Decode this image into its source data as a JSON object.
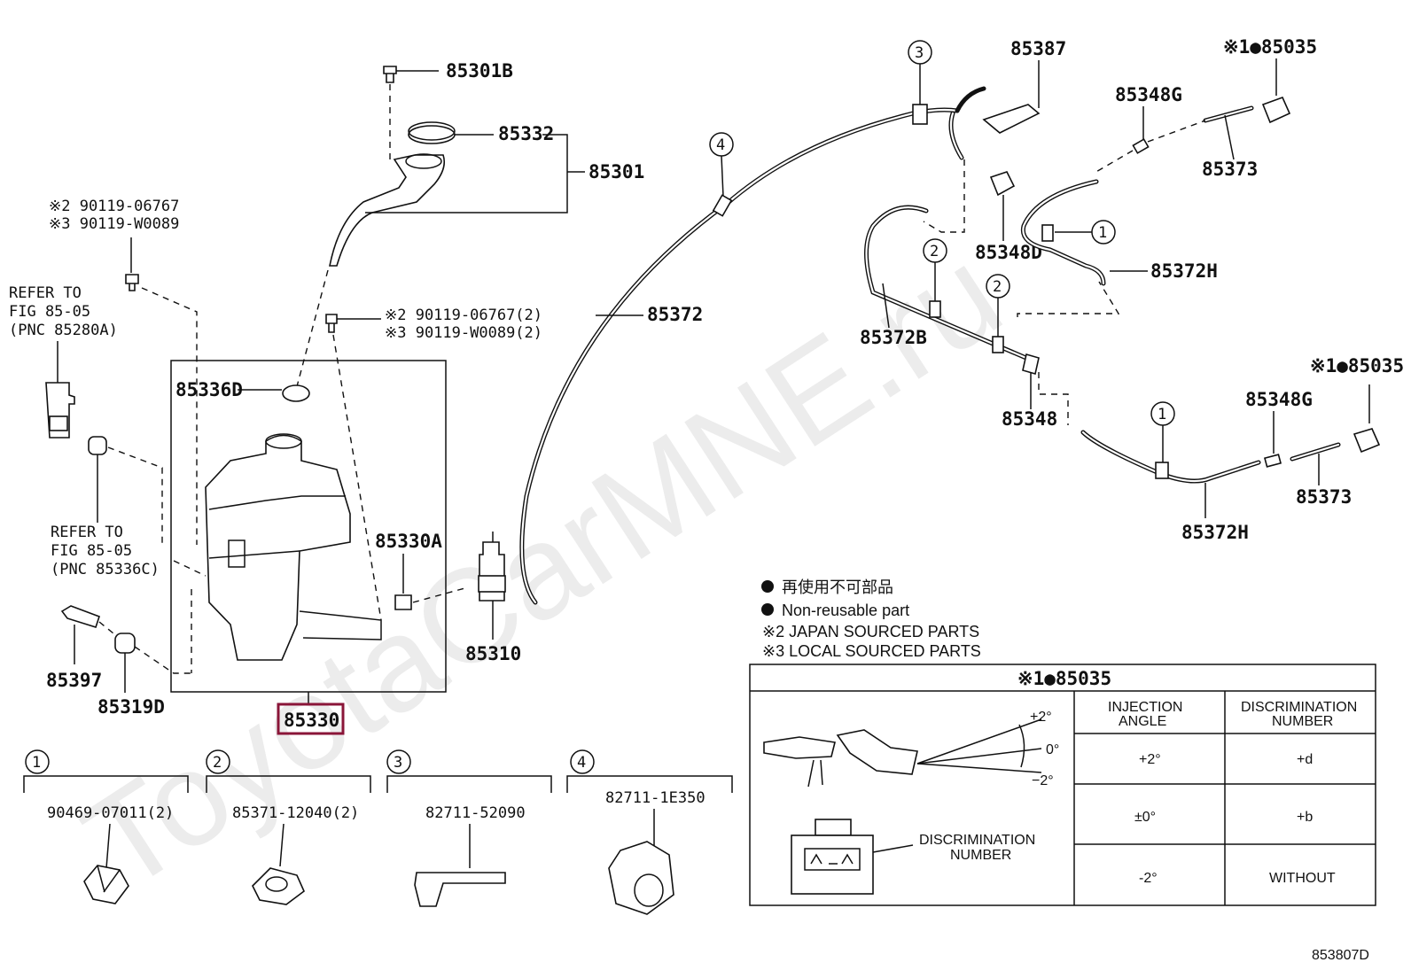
{
  "watermark": "ToyotaCarMNE.ru",
  "diagram_code": "853807D",
  "labels": {
    "p85301B": "85301B",
    "p85332": "85332",
    "p85301": "85301",
    "bolt_a1": "※2 90119-06767",
    "bolt_a2": "※3 90119-W0089",
    "bolt_b1": "※2 90119-06767(2)",
    "bolt_b2": "※3 90119-W0089(2)",
    "refer1_l1": "REFER TO",
    "refer1_l2": "FIG 85-05",
    "refer1_l3": "(PNC 85280A)",
    "refer2_l1": "REFER TO",
    "refer2_l2": "FIG 85-05",
    "refer2_l3": "(PNC 85336C)",
    "p85336D": "85336D",
    "p85330A": "85330A",
    "p85310": "85310",
    "p85397": "85397",
    "p85319D": "85319D",
    "p85330": "85330",
    "p85372": "85372",
    "p85387": "85387",
    "p85348D": "85348D",
    "p85372B": "85372B",
    "p85348": "85348",
    "p85348G_a": "85348G",
    "p85373_a": "85373",
    "p85372H_a": "85372H",
    "p85035_a": "※1●85035",
    "p85035_b": "※1●85035",
    "p85348G_b": "85348G",
    "p85373_b": "85373",
    "p85372H_b": "85372H"
  },
  "callouts": [
    "1",
    "2",
    "3",
    "4"
  ],
  "legend": {
    "jp": "再使用不可部品",
    "nonreusable": "Non-reusable part",
    "japan": "※2 JAPAN SOURCED PARTS",
    "local": "※3 LOCAL SOURCED PARTS"
  },
  "clips": [
    {
      "num": "1",
      "part": "90469-07011(2)"
    },
    {
      "num": "2",
      "part": "85371-12040(2)"
    },
    {
      "num": "3",
      "part": "82711-52090"
    },
    {
      "num": "4",
      "part": "82711-1E350"
    }
  ],
  "inset": {
    "title": "※1●85035",
    "angle_plus": "+2°",
    "angle_zero": "0°",
    "angle_minus": "−2°",
    "disc_l1": "DISCRIMINATION",
    "disc_l2": "NUMBER",
    "head_angle_l1": "INJECTION",
    "head_angle_l2": "ANGLE",
    "head_disc_l1": "DISCRIMINATION",
    "head_disc_l2": "NUMBER",
    "rows": [
      {
        "angle": "+2°",
        "number": "+d"
      },
      {
        "angle": "±0°",
        "number": "+b"
      },
      {
        "angle": "-2°",
        "number": "WITHOUT"
      }
    ]
  }
}
